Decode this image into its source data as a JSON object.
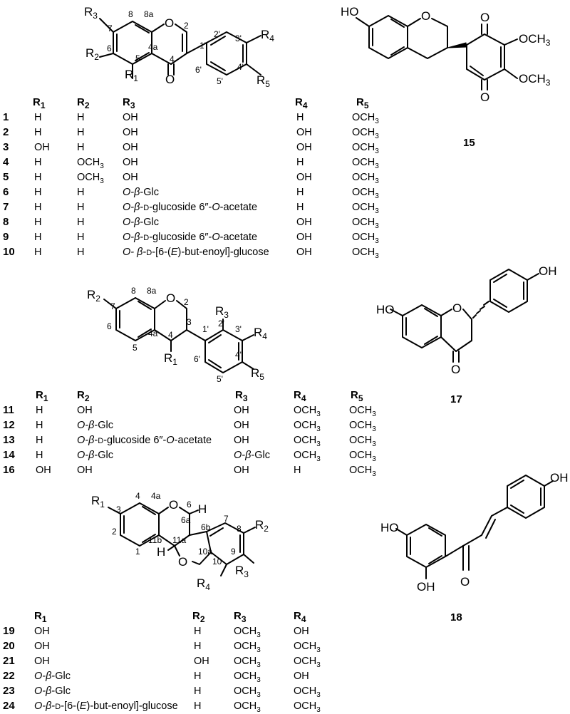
{
  "isoflavone": {
    "labels": {
      "R1": "R1",
      "R2": "R2",
      "R3": "R3",
      "R4": "R4",
      "R5": "R5",
      "O": "O",
      "carbonyl_O": "O"
    },
    "numbers": [
      "8",
      "8a",
      "2",
      "7",
      "6",
      "5",
      "4a",
      "4",
      "1'",
      "2'",
      "3'",
      "4'",
      "5'",
      "6'"
    ],
    "headers": [
      "R1",
      "R2",
      "R3",
      "R4",
      "R5"
    ],
    "rows": [
      {
        "id": "1",
        "r1": "H",
        "r2": "H",
        "r3": "OH",
        "r4": "H",
        "r5": "OCH3"
      },
      {
        "id": "2",
        "r1": "H",
        "r2": "H",
        "r3": "OH",
        "r4": "OH",
        "r5": "OCH3"
      },
      {
        "id": "3",
        "r1": "OH",
        "r2": "H",
        "r3": "OH",
        "r4": "OH",
        "r5": "OCH3"
      },
      {
        "id": "4",
        "r1": "H",
        "r2": "OCH3",
        "r3": "OH",
        "r4": "H",
        "r5": "OCH3"
      },
      {
        "id": "5",
        "r1": "H",
        "r2": "OCH3",
        "r3": "OH",
        "r4": "OH",
        "r5": "OCH3"
      },
      {
        "id": "6",
        "r1": "H",
        "r2": "H",
        "r3": "O-β-Glc",
        "r4": "H",
        "r5": "OCH3"
      },
      {
        "id": "7",
        "r1": "H",
        "r2": "H",
        "r3": "O-β-D-glucoside 6″-O-acetate",
        "r4": "H",
        "r5": "OCH3"
      },
      {
        "id": "8",
        "r1": "H",
        "r2": "H",
        "r3": "O-β-Glc",
        "r4": "OH",
        "r5": "OCH3"
      },
      {
        "id": "9",
        "r1": "H",
        "r2": "H",
        "r3": "O-β-D-glucoside 6″-O-acetate",
        "r4": "OH",
        "r5": "OCH3"
      },
      {
        "id": "10",
        "r1": "H",
        "r2": "H",
        "r3": "O- β-D-[6-(E)-but-enoyl]-glucose",
        "r4": "OH",
        "r5": "OCH3"
      }
    ]
  },
  "isoflavan": {
    "labels": {
      "R1": "R1",
      "R2": "R2",
      "R3": "R3",
      "R4": "R4",
      "R5": "R5",
      "O": "O"
    },
    "numbers": [
      "8",
      "8a",
      "2",
      "7",
      "6",
      "5",
      "4a",
      "4",
      "3",
      "1'",
      "2'",
      "3'",
      "4'",
      "5'",
      "6'"
    ],
    "headers": [
      "R1",
      "R2",
      "R3",
      "R4",
      "R5"
    ],
    "rows": [
      {
        "id": "11",
        "r1": "H",
        "r2": "OH",
        "r3": "OH",
        "r4": "OCH3",
        "r5": "OCH3"
      },
      {
        "id": "12",
        "r1": "H",
        "r2": "O-β-Glc",
        "r3": "OH",
        "r4": "OCH3",
        "r5": "OCH3"
      },
      {
        "id": "13",
        "r1": "H",
        "r2": "O-β-D-glucoside 6″-O-acetate",
        "r3": "OH",
        "r4": "OCH3",
        "r5": "OCH3"
      },
      {
        "id": "14",
        "r1": "H",
        "r2": "O-β-Glc",
        "r3": "O-β-Glc",
        "r4": "OCH3",
        "r5": "OCH3"
      },
      {
        "id": "16",
        "r1": "OH",
        "r2": "OH",
        "r3": "OH",
        "r4": "H",
        "r5": "OCH3"
      }
    ]
  },
  "pterocarpan": {
    "labels": {
      "R1": "R1",
      "R2": "R2",
      "R3": "R3",
      "R4": "R4",
      "O_top": "O",
      "O_bottom": "O",
      "H_top": "H",
      "H_bottom": "H"
    },
    "numbers": [
      "4",
      "4a",
      "6",
      "3",
      "2",
      "1",
      "11b",
      "6a",
      "6b",
      "7",
      "8",
      "9",
      "10",
      "10a",
      "11a"
    ],
    "headers": [
      "R1",
      "R2",
      "R3",
      "R4"
    ],
    "rows": [
      {
        "id": "19",
        "r1": "OH",
        "r2": "H",
        "r3": "OCH3",
        "r4": "OH"
      },
      {
        "id": "20",
        "r1": "OH",
        "r2": "H",
        "r3": "OCH3",
        "r4": "OCH3"
      },
      {
        "id": "21",
        "r1": "OH",
        "r2": "OH",
        "r3": "OCH3",
        "r4": "OCH3"
      },
      {
        "id": "22",
        "r1": "O-β-Glc",
        "r2": "H",
        "r3": "OCH3",
        "r4": "OH"
      },
      {
        "id": "23",
        "r1": "O-β-Glc",
        "r2": "H",
        "r3": "OCH3",
        "r4": "OCH3"
      },
      {
        "id": "24",
        "r1": "O-β-D-[6-(E)-but-enoyl]-glucose",
        "r2": "H",
        "r3": "OCH3",
        "r4": "OCH3"
      }
    ]
  },
  "compounds": {
    "c15": {
      "id": "15",
      "HO": "HO",
      "O": "O",
      "OCH3_a": "OCH3",
      "OCH3_b": "OCH3",
      "O_top": "O",
      "O_bottom": "O"
    },
    "c17": {
      "id": "17",
      "HO": "HO",
      "OH": "OH",
      "O": "O",
      "O_carbonyl": "O"
    },
    "c18": {
      "id": "18",
      "HO": "HO",
      "OH_top": "OH",
      "OH_bottom": "OH",
      "O": "O"
    }
  }
}
